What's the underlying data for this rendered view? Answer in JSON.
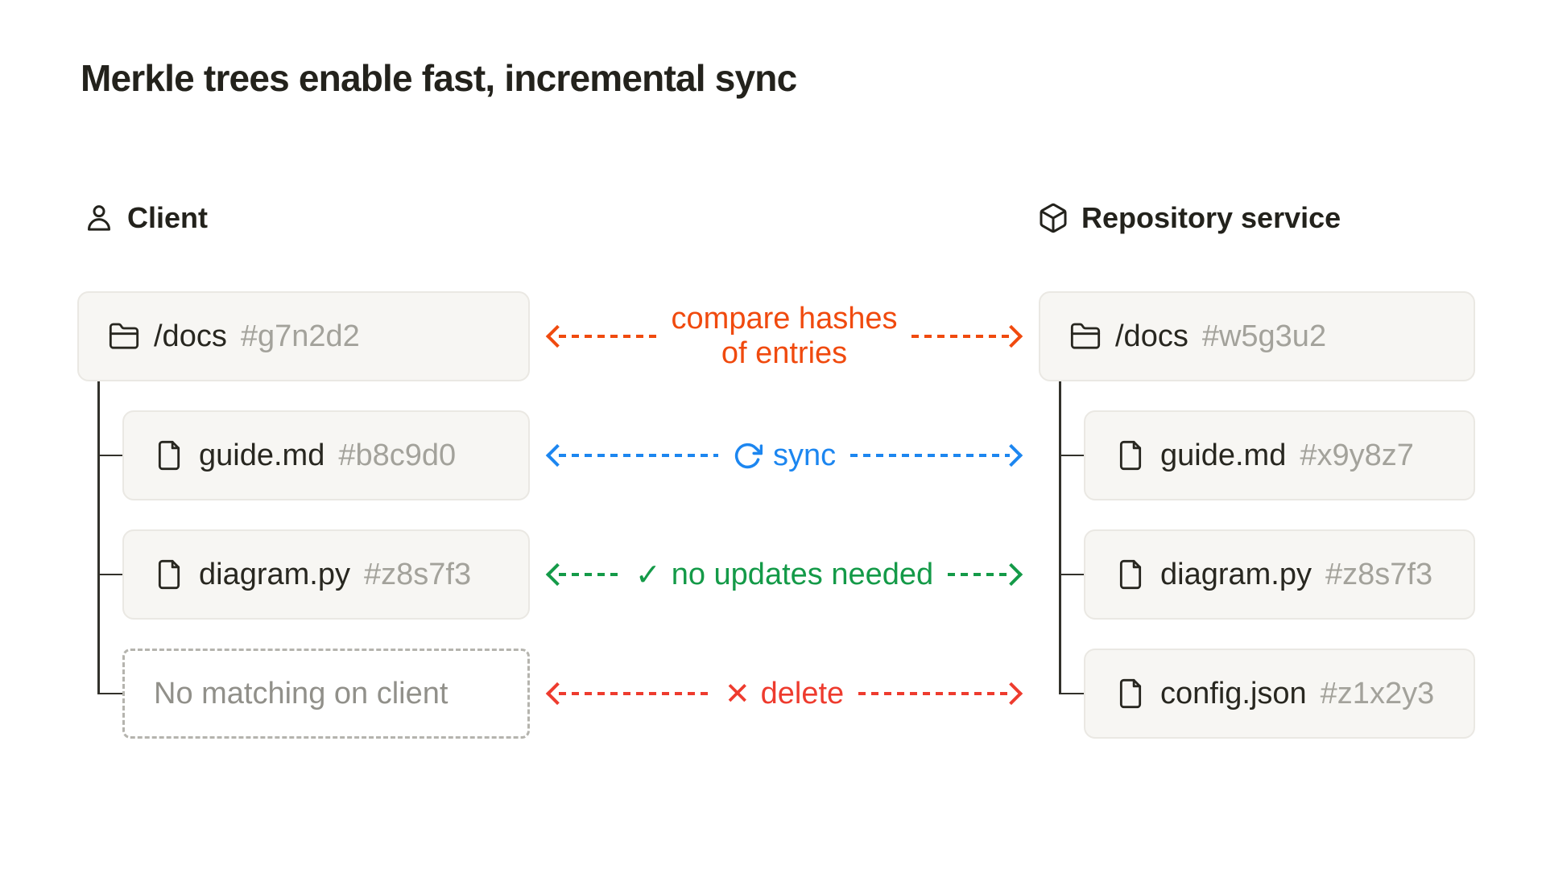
{
  "title": "Merkle trees enable fast, incremental sync",
  "client": {
    "label": "Client",
    "icon": "user-icon",
    "root": {
      "name": "/docs",
      "hash": "#g7n2d2",
      "icon": "folder-icon"
    },
    "children": [
      {
        "name": "guide.md",
        "hash": "#b8c9d0",
        "icon": "file-icon"
      },
      {
        "name": "diagram.py",
        "hash": "#z8s7f3",
        "icon": "file-icon"
      }
    ],
    "placeholder": "No matching on client"
  },
  "repository": {
    "label": "Repository service",
    "icon": "package-icon",
    "root": {
      "name": "/docs",
      "hash": "#w5g3u2",
      "icon": "folder-icon"
    },
    "children": [
      {
        "name": "guide.md",
        "hash": "#x9y8z7",
        "icon": "file-icon"
      },
      {
        "name": "diagram.py",
        "hash": "#z8s7f3",
        "icon": "file-icon"
      },
      {
        "name": "config.json",
        "hash": "#z1x2y3",
        "icon": "file-icon"
      }
    ]
  },
  "relations": [
    {
      "line1": "compare hashes",
      "line2": "of entries",
      "color": "#f04a0e",
      "direction": "bidirectional"
    },
    {
      "label": "sync",
      "icon": "sync-icon",
      "color": "#1c86f0",
      "direction": "bidirectional"
    },
    {
      "mark": "✓",
      "label": "no updates needed",
      "color": "#149a48",
      "direction": "bidirectional"
    },
    {
      "mark": "✕",
      "label": "delete",
      "color": "#ee3b2e",
      "direction": "bidirectional"
    }
  ],
  "colors": {
    "node_background": "#f7f6f3",
    "node_border": "#eae8e3",
    "text": "#23221c",
    "hash_text": "#a3a29b",
    "placeholder_text": "#91908a",
    "connector": "#32312b"
  }
}
